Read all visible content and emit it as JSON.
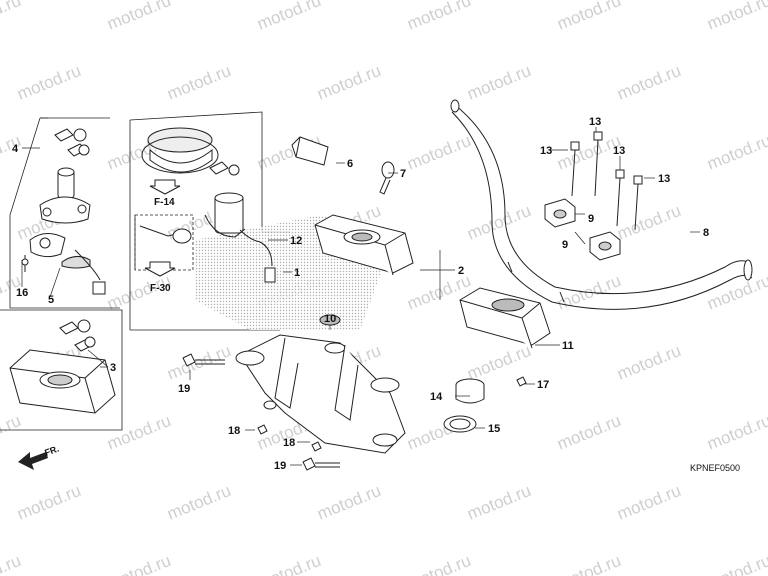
{
  "watermark": "motod.ru",
  "diagram_code": "KPNEF0500",
  "front_marker": "FR.",
  "refs": {
    "f14": "F-14",
    "f30": "F-30"
  },
  "callouts": [
    "1",
    "2",
    "3",
    "4",
    "5",
    "6",
    "7",
    "8",
    "9",
    "9",
    "10",
    "11",
    "12",
    "13",
    "13",
    "13",
    "13",
    "14",
    "15",
    "16",
    "17",
    "18",
    "18",
    "19",
    "19"
  ]
}
